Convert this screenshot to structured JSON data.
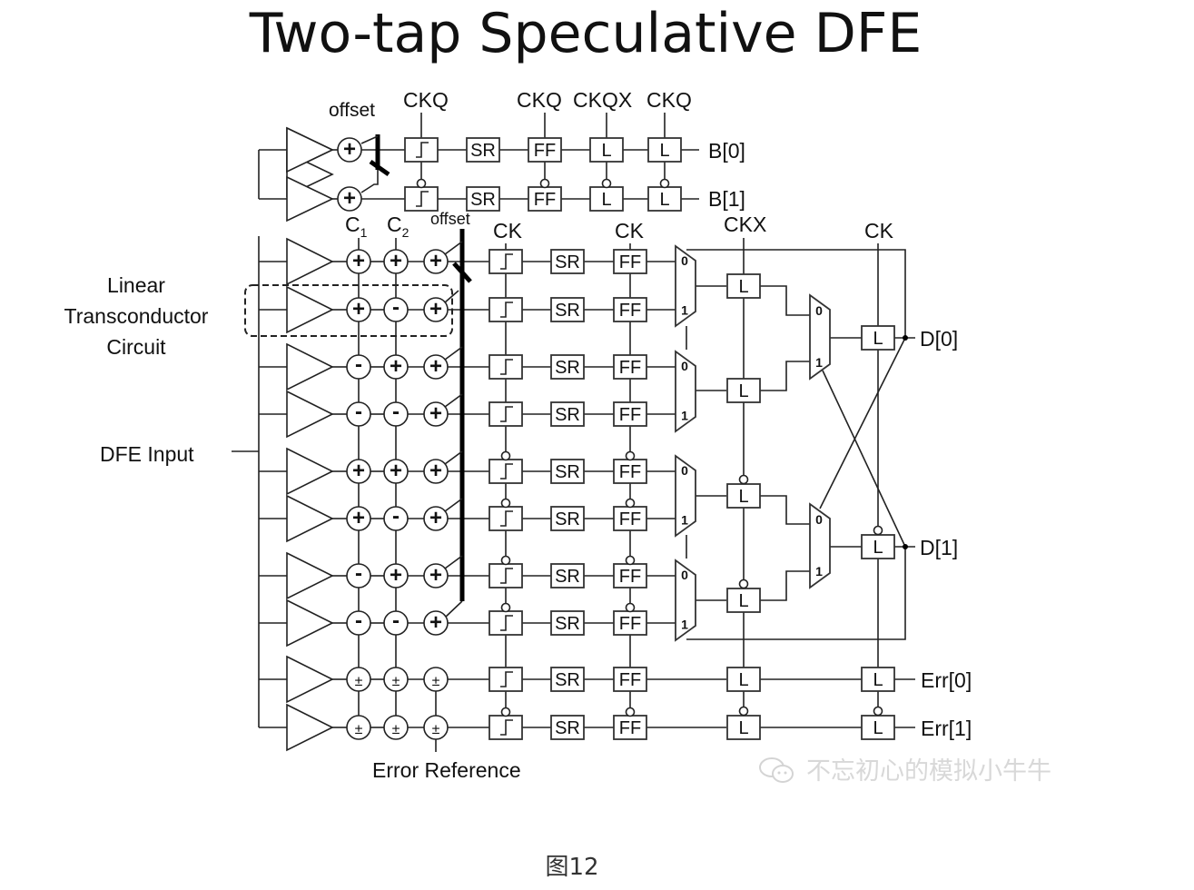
{
  "title": "Two-tap Speculative DFE",
  "caption": "图12",
  "watermark": "不忘初心的模拟小牛牛",
  "labels": {
    "offset_top": "offset",
    "offset_main": "offset",
    "c1": "C",
    "c1_sub": "1",
    "c2": "C",
    "c2_sub": "2",
    "linear_line1": "Linear",
    "linear_line2": "Transconductor",
    "linear_line3": "Circuit",
    "dfe_input": "DFE Input",
    "error_reference": "Error Reference"
  },
  "block_labels": {
    "shift_register": "SR",
    "flip_flop": "FF",
    "latch": "L",
    "mux_in0": "0",
    "mux_in1": "1"
  },
  "top_clocks": [
    "CKQ",
    "CKQ",
    "CKQX",
    "CKQ"
  ],
  "main_clocks": [
    "CK",
    "CK",
    "CKX",
    "CK"
  ],
  "outputs": {
    "b0": "B[0]",
    "b1": "B[1]",
    "d0": "D[0]",
    "d1": "D[1]",
    "err0": "Err[0]",
    "err1": "Err[1]"
  },
  "tap_rows": [
    {
      "c1": "+",
      "c2": "+",
      "off": "+"
    },
    {
      "c1": "+",
      "c2": "-",
      "off": "+"
    },
    {
      "c1": "-",
      "c2": "+",
      "off": "+"
    },
    {
      "c1": "-",
      "c2": "-",
      "off": "+"
    },
    {
      "c1": "+",
      "c2": "+",
      "off": "+"
    },
    {
      "c1": "+",
      "c2": "-",
      "off": "+"
    },
    {
      "c1": "-",
      "c2": "+",
      "off": "+"
    },
    {
      "c1": "-",
      "c2": "-",
      "off": "+"
    },
    {
      "c1": "±",
      "c2": "±",
      "off": "±"
    },
    {
      "c1": "±",
      "c2": "±",
      "off": "±"
    }
  ],
  "top_rows": [
    {
      "sign": "+"
    },
    {
      "sign": "+"
    }
  ]
}
